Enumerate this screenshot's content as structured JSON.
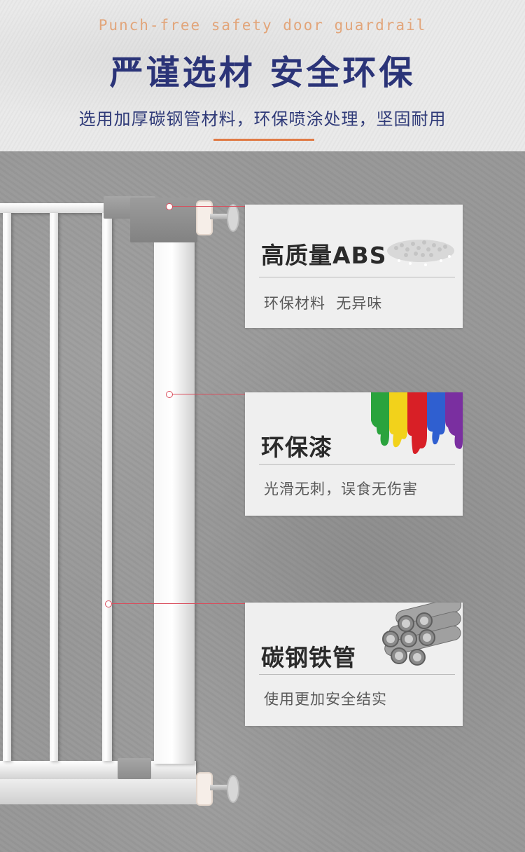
{
  "header": {
    "subtitle_en": "Punch-free safety door guardrail",
    "title_cn": "严谨选材 安全环保",
    "desc_cn": "选用加厚碳钢管材料，环保喷涂处理，坚固耐用"
  },
  "features": [
    {
      "title": "高质量ABS",
      "text": "环保材料  无异味",
      "icon": "plastic-pellets-icon"
    },
    {
      "title": "环保漆",
      "text": "光滑无刺，误食无伤害",
      "icon": "paint-drips-icon"
    },
    {
      "title": "碳钢铁管",
      "text": "使用更加安全结实",
      "icon": "steel-pipes-icon"
    }
  ],
  "colors": {
    "title": "#2b3478",
    "accent": "#e07a45",
    "pointer": "#d94d5c",
    "card_bg": "#efefef"
  }
}
